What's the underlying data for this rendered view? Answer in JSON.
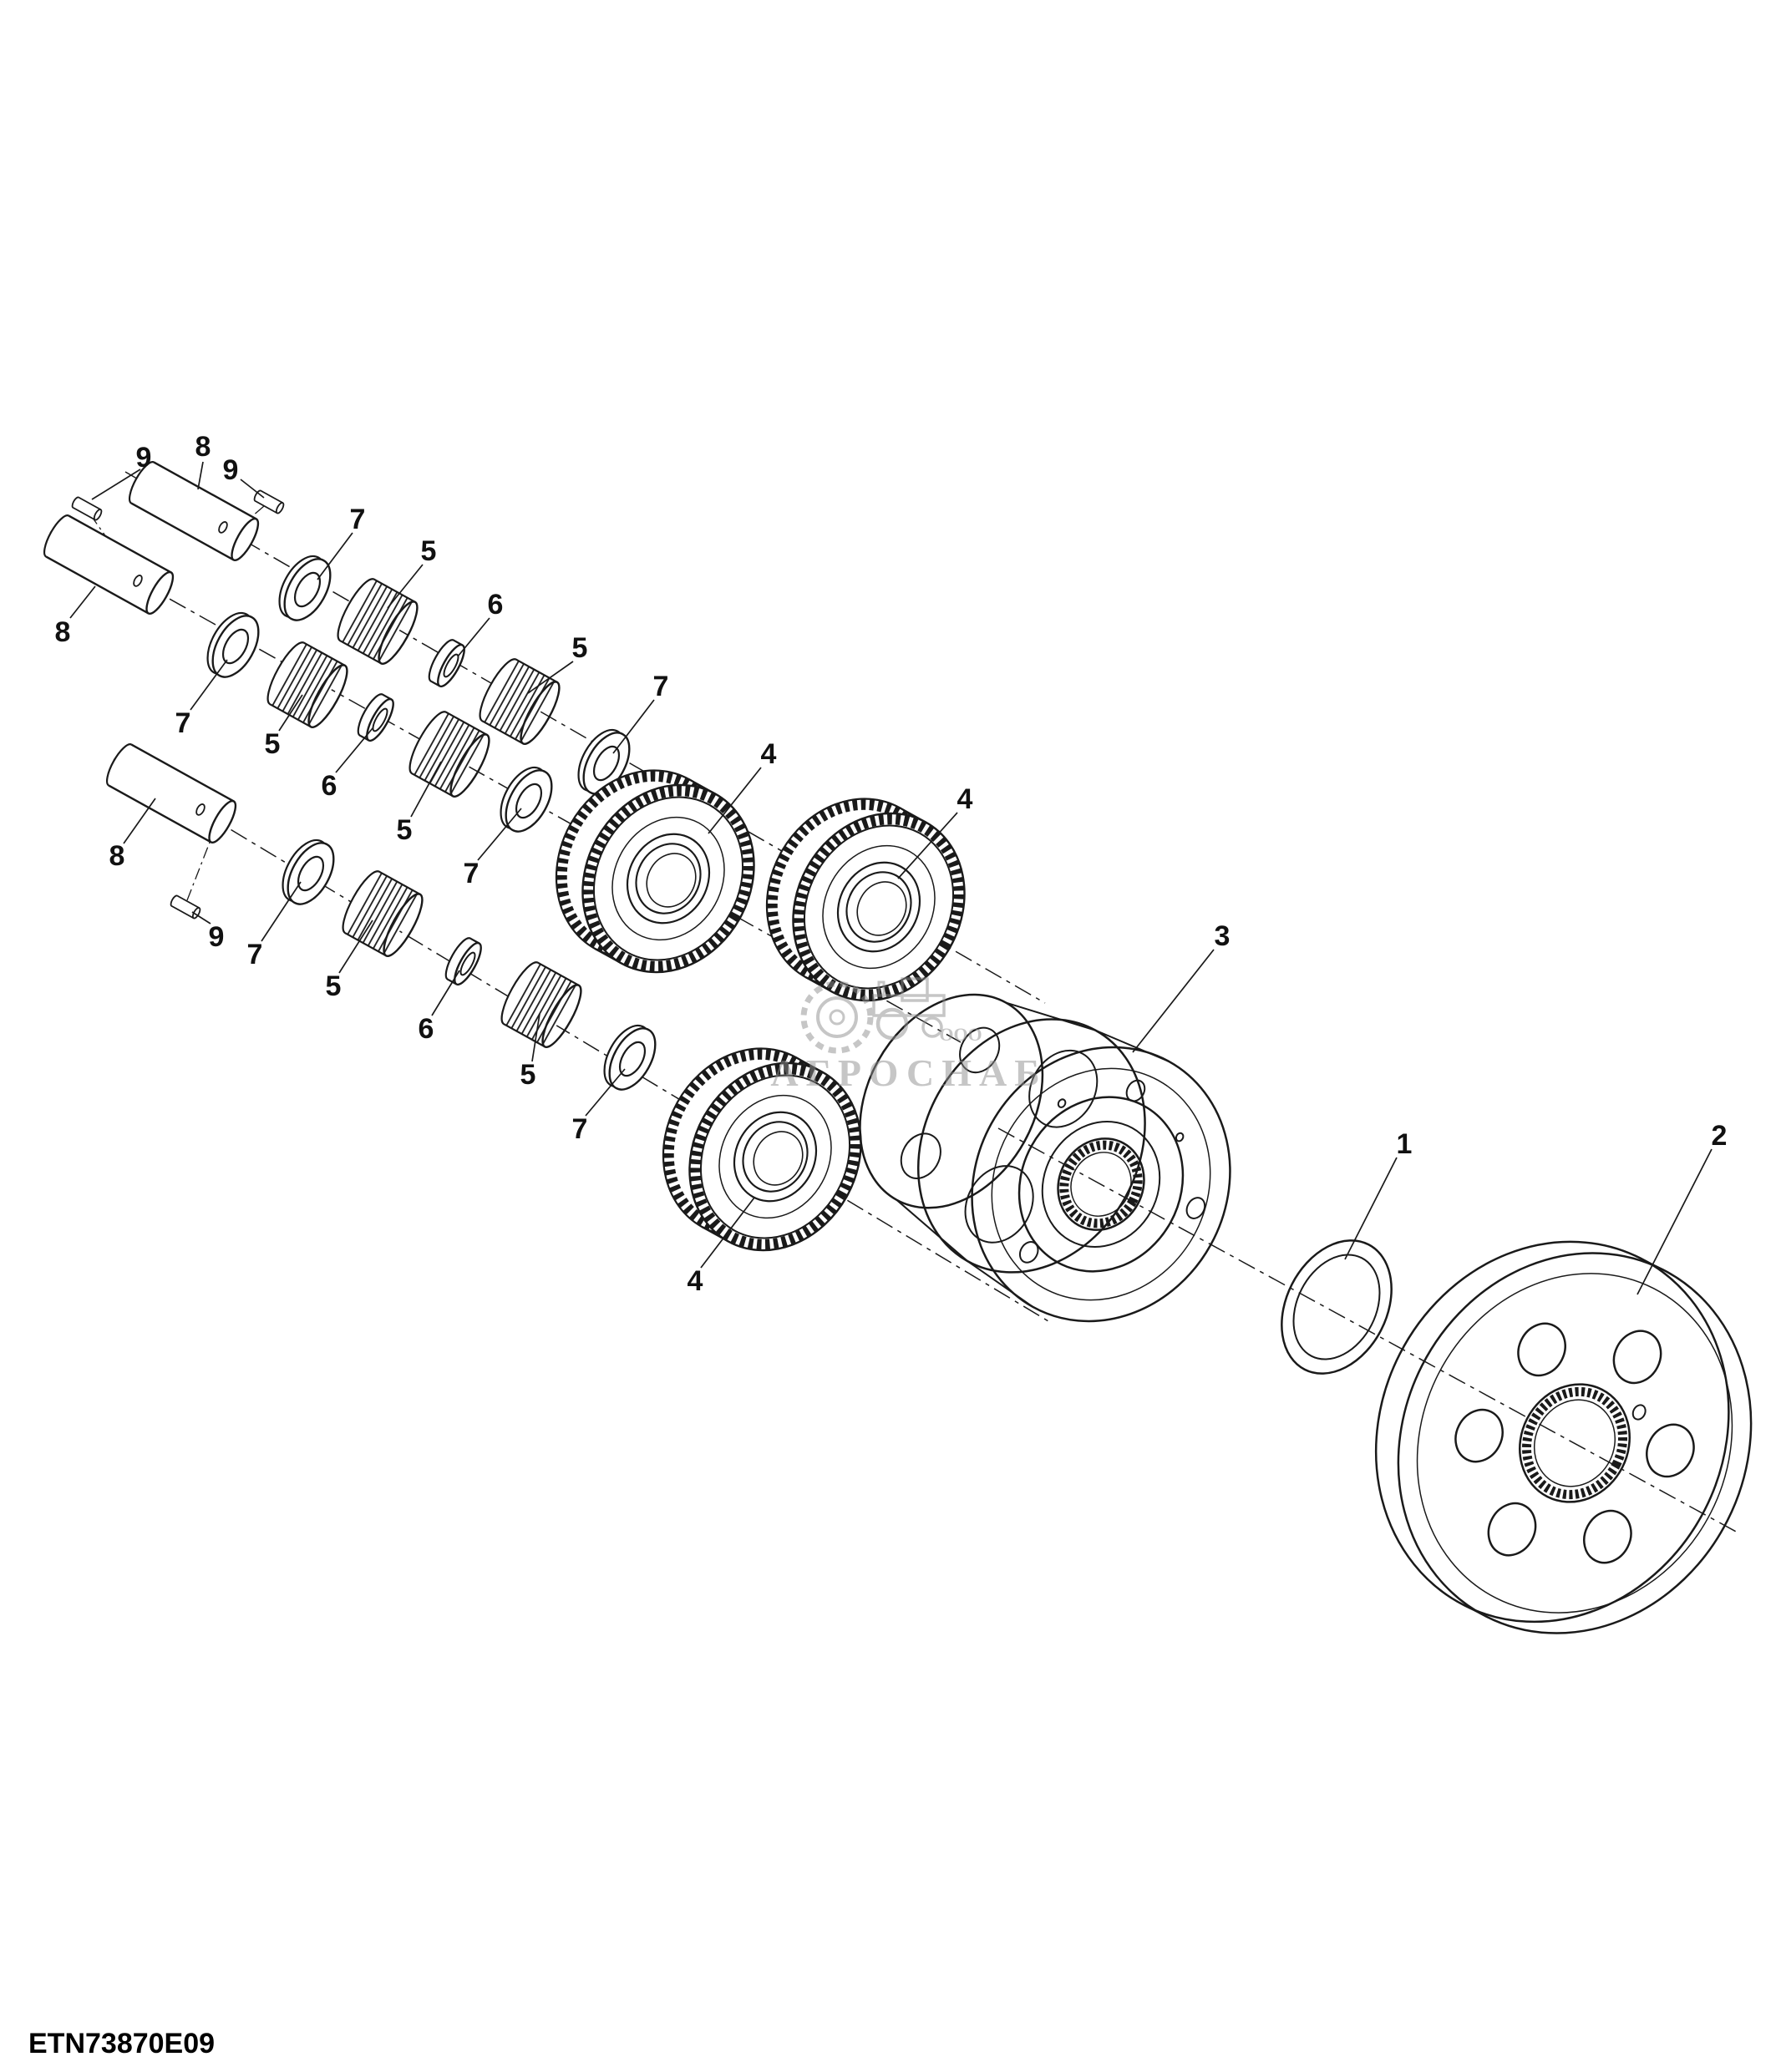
{
  "colors": {
    "line": "#1a1a1a",
    "watermark": "#8f8f8f",
    "background": "#ffffff"
  },
  "footer": {
    "code": "ETN73870E09"
  },
  "watermark": {
    "company_type": "ООО",
    "brand": "АГРОСНАБ"
  },
  "callouts": [
    {
      "label": "9"
    },
    {
      "label": "8"
    },
    {
      "label": "9"
    },
    {
      "label": "7"
    },
    {
      "label": "5"
    },
    {
      "label": "8"
    },
    {
      "label": "6"
    },
    {
      "label": "5"
    },
    {
      "label": "7"
    },
    {
      "label": "5"
    },
    {
      "label": "6"
    },
    {
      "label": "7"
    },
    {
      "label": "5"
    },
    {
      "label": "4"
    },
    {
      "label": "7"
    },
    {
      "label": "4"
    },
    {
      "label": "8"
    },
    {
      "label": "9"
    },
    {
      "label": "7"
    },
    {
      "label": "5"
    },
    {
      "label": "6"
    },
    {
      "label": "5"
    },
    {
      "label": "7"
    },
    {
      "label": "3"
    },
    {
      "label": "4"
    },
    {
      "label": "1"
    },
    {
      "label": "2"
    }
  ]
}
